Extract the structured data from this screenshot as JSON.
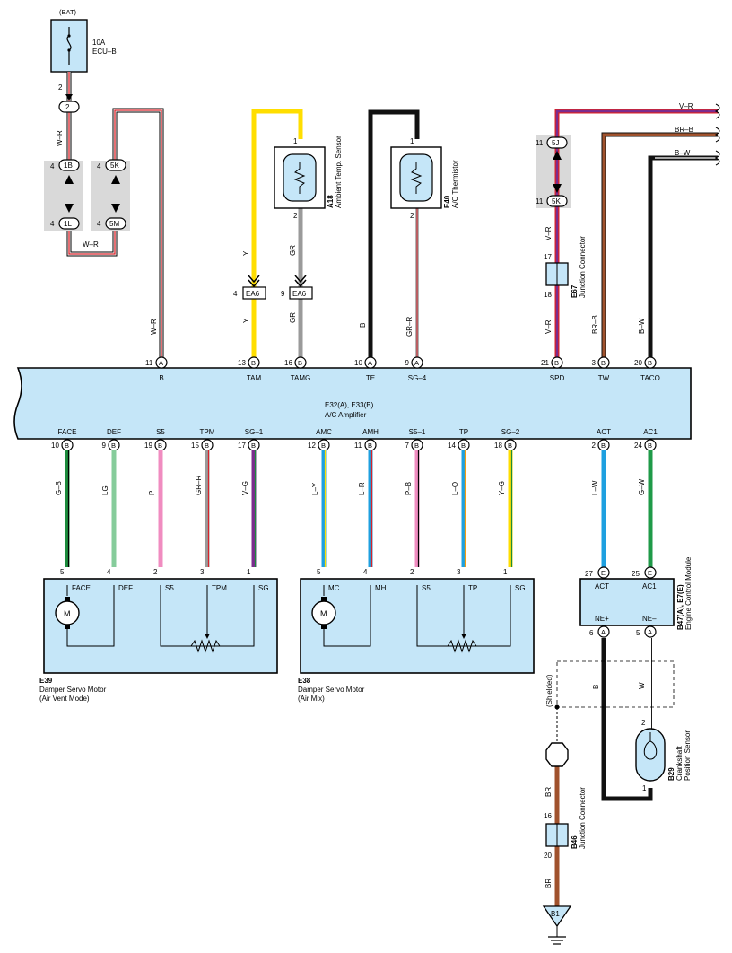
{
  "fuse": {
    "source": "(BAT)",
    "rating": "10A",
    "name": "ECU–B",
    "pin": "2",
    "conn": "2"
  },
  "joints": {
    "j1b": {
      "pin": "4",
      "label": "1B"
    },
    "j1l": {
      "pin": "4",
      "label": "1L"
    },
    "j5k": {
      "pin": "4",
      "label": "5K"
    },
    "j5m": {
      "pin": "4",
      "label": "5M"
    },
    "j5j": {
      "pin": "11",
      "label": "5J"
    },
    "j5k2": {
      "pin": "11",
      "label": "5K"
    }
  },
  "wire_labels": {
    "bat_wr1": "W–R",
    "bat_wr2": "W–R",
    "bat_wr3": "W–R",
    "tam_y1": "Y",
    "tam_y2": "Y",
    "tamg_gr1": "GR",
    "tamg_gr2": "GR",
    "te_b": "B",
    "sg4_grr": "GR–R",
    "spd_vr1": "V–R",
    "spd_vr2": "V–R",
    "tw_brb": "BR–B",
    "taco_bw": "B–W",
    "top_vr": "V–R",
    "top_brb": "BR–B",
    "top_bw": "B–W",
    "ne_b": "B",
    "ne_w": "W",
    "b46_br1": "BR",
    "b46_br2": "BR"
  },
  "ea6": {
    "label": "EA6",
    "pin_tam": "4",
    "pin_tamg": "9"
  },
  "a18": {
    "id": "A18",
    "name": "Ambient Temp. Sensor",
    "pin1": "1",
    "pin2": "2"
  },
  "e40": {
    "id": "E40",
    "name": "A/C Thermistor",
    "pin1": "1",
    "pin2": "2"
  },
  "e67": {
    "id": "E67",
    "name": "Junction Connector",
    "pin17": "17",
    "pin18": "18"
  },
  "amplifier": {
    "title": "E32(A), E33(B)",
    "subtitle": "A/C Amplifier",
    "top_pins": [
      {
        "num": "11",
        "conn": "A",
        "name": "B"
      },
      {
        "num": "13",
        "conn": "B",
        "name": "TAM"
      },
      {
        "num": "16",
        "conn": "B",
        "name": "TAMG"
      },
      {
        "num": "10",
        "conn": "A",
        "name": "TE"
      },
      {
        "num": "9",
        "conn": "A",
        "name": "SG–4"
      },
      {
        "num": "21",
        "conn": "B",
        "name": "SPD"
      },
      {
        "num": "3",
        "conn": "B",
        "name": "TW"
      },
      {
        "num": "20",
        "conn": "B",
        "name": "TACO"
      }
    ],
    "bottom_pins": [
      {
        "num": "10",
        "conn": "B",
        "name": "FACE",
        "wire": "G–B"
      },
      {
        "num": "9",
        "conn": "B",
        "name": "DEF",
        "wire": "LG"
      },
      {
        "num": "19",
        "conn": "B",
        "name": "S5",
        "wire": "P"
      },
      {
        "num": "15",
        "conn": "B",
        "name": "TPM",
        "wire": "GR–R"
      },
      {
        "num": "17",
        "conn": "B",
        "name": "SG–1",
        "wire": "V–G"
      },
      {
        "num": "12",
        "conn": "B",
        "name": "AMC",
        "wire": "L–Y"
      },
      {
        "num": "11",
        "conn": "B",
        "name": "AMH",
        "wire": "L–R"
      },
      {
        "num": "7",
        "conn": "B",
        "name": "S5–1",
        "wire": "P–B"
      },
      {
        "num": "14",
        "conn": "B",
        "name": "TP",
        "wire": "L–O"
      },
      {
        "num": "18",
        "conn": "B",
        "name": "SG–2",
        "wire": "Y–G"
      },
      {
        "num": "2",
        "conn": "B",
        "name": "ACT",
        "wire": "L–W"
      },
      {
        "num": "24",
        "conn": "B",
        "name": "AC1",
        "wire": "G–W"
      }
    ]
  },
  "e39": {
    "id": "E39",
    "name": "Damper Servo Motor",
    "mode": "(Air Vent Mode)",
    "pins": [
      "5",
      "4",
      "2",
      "3",
      "1"
    ],
    "terms": [
      "FACE",
      "DEF",
      "S5",
      "TPM",
      "SG"
    ],
    "motor": "M"
  },
  "e38": {
    "id": "E38",
    "name": "Damper Servo Motor",
    "mode": "(Air Mix)",
    "pins": [
      "5",
      "4",
      "2",
      "3",
      "1"
    ],
    "terms": [
      "MC",
      "MH",
      "S5",
      "TP",
      "SG"
    ],
    "motor": "M"
  },
  "ecm": {
    "id": "B47(A), E7(E)",
    "name": "Engine Control Module",
    "in_pins": [
      {
        "num": "27",
        "conn": "E",
        "name": "ACT"
      },
      {
        "num": "25",
        "conn": "E",
        "name": "AC1"
      }
    ],
    "out_pins": [
      {
        "num": "6",
        "conn": "A",
        "name": "NE+"
      },
      {
        "num": "5",
        "conn": "A",
        "name": "NE–"
      }
    ]
  },
  "b29": {
    "id": "B29",
    "name1": "Crankshaft",
    "name2": "Position Sensor",
    "pin2": "2",
    "pin1": "1"
  },
  "shield": {
    "label": "(Shielded)"
  },
  "b46": {
    "id": "B46",
    "name": "Junction Connector",
    "pin16": "16",
    "pin20": "20"
  },
  "ground": {
    "label": "B1"
  },
  "colors": {
    "box_fill": "#c5e6f8",
    "wr": "#d8232a",
    "y": "#ffde00",
    "gr": "#9a9a9a",
    "v": "#7b2c8e",
    "br": "#a0522d",
    "gb": "#1c8c3c",
    "lg": "#86cc9b",
    "p": "#f08cc0",
    "l": "#1ea0e0",
    "g": "#1f9a48"
  }
}
